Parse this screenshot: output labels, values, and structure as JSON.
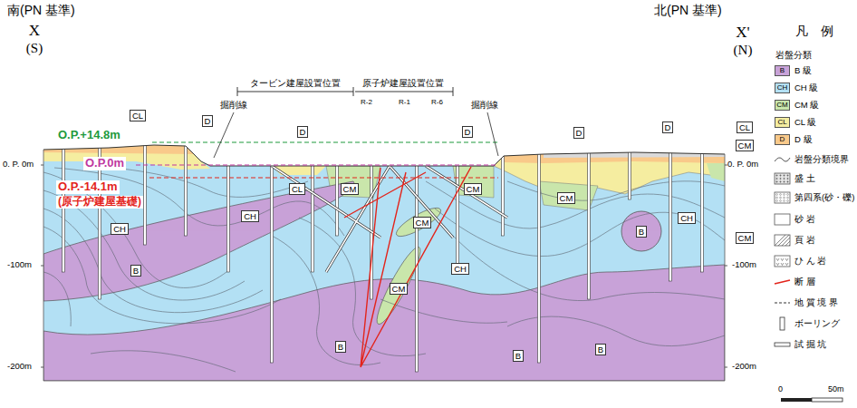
{
  "diagram": {
    "nodes": [
      {
        "text": [
          "CL"
        ]
      },
      {
        "text": [
          "D"
        ]
      },
      {
        "text": [
          "D"
        ]
      },
      {
        "text": [
          "D"
        ]
      },
      {
        "text": [
          "D"
        ]
      },
      {
        "text": [
          "D"
        ]
      },
      {
        "text": [
          "CL"
        ]
      },
      {
        "text": [
          "CM"
        ]
      },
      {
        "text": [
          "CH"
        ]
      },
      {
        "text": [
          "CL"
        ]
      },
      {
        "text": [
          "CM"
        ]
      },
      {
        "text": [
          "CM"
        ]
      },
      {
        "text": [
          "CM"
        ]
      },
      {
        "text": [
          "CH"
        ]
      },
      {
        "text": [
          "CM"
        ]
      },
      {
        "text": [
          "CH"
        ]
      },
      {
        "text": [
          "CM"
        ]
      },
      {
        "text": [
          "CH"
        ]
      },
      {
        "text": [
          "B"
        ]
      },
      {
        "text": [
          "CM"
        ]
      },
      {
        "text": [
          "B"
        ]
      },
      {
        "text": [
          "B"
        ]
      },
      {
        "text": [
          "B"
        ]
      },
      {
        "text": [
          "B"
        ]
      }
    ],
    "labels": [
      "南(PN 基準)",
      "北(PN 基準)",
      "X",
      "(S)",
      "X'",
      "(N)",
      "凡　例",
      "岩盤分類",
      "B",
      "CH",
      "CM",
      "CL",
      "D",
      "タービン建屋設置位置",
      "原子炉建屋設置位置",
      "掘削線",
      "掘削線",
      "R-2",
      "R-1",
      "R-6",
      "O.P.+14.8m",
      "O.P.0m",
      "O.P.-14.1m",
      "(原子炉建屋基礎)",
      "0. P. 0m",
      "-100m",
      "-200m",
      "0. P. 0m",
      "-100m",
      "-200m",
      "0",
      "50m"
    ],
    "legend": [
      {
        "text": "B 級",
        "color": "#c8a2d8"
      },
      {
        "text": "CH 級",
        "color": "#b3e0f4"
      },
      {
        "text": "CM 級",
        "color": "#c9e6ab"
      },
      {
        "text": "CL 級",
        "color": "#f5eda0"
      },
      {
        "text": "D 級",
        "color": "#f9c98a"
      },
      {
        "text": "岩盤分類境界"
      },
      {
        "text": "盛 土"
      },
      {
        "text": "第四系(砂・礫)"
      },
      {
        "text": "砂 岩"
      },
      {
        "text": "頁 岩"
      },
      {
        "text": "ひ ん 岩"
      },
      {
        "text": "断 層"
      },
      {
        "text": "地 質 境 界"
      },
      {
        "text": "ボーリング"
      },
      {
        "text": "試 掘 坑"
      }
    ]
  }
}
